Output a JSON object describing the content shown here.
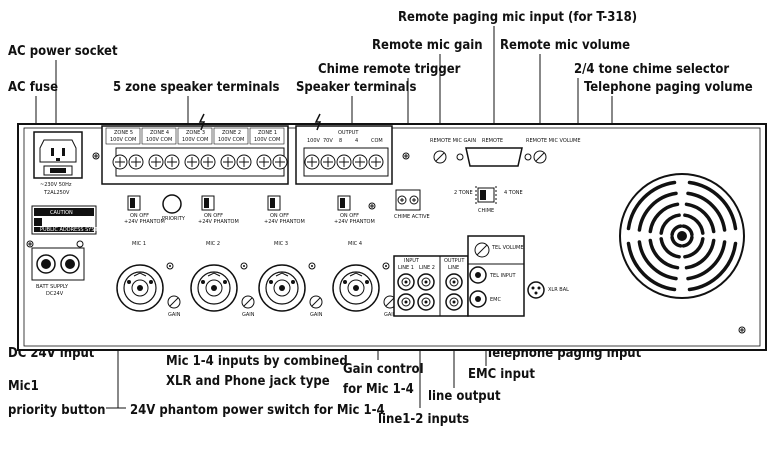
{
  "callouts": {
    "remote_paging": "Remote paging mic input (for T-318)",
    "remote_mic_gain": "Remote mic gain",
    "remote_mic_volume": "Remote mic volume",
    "chime_trigger": "Chime remote trigger",
    "chime_selector": "2/4 tone chime selector",
    "ac_power": "AC power socket",
    "ac_fuse": "AC fuse",
    "zone_terminals": "5 zone speaker terminals",
    "speaker_terminals": "Speaker terminals",
    "tel_volume": "Telephone paging volume",
    "dc_input": "DC 24V input",
    "mic_inputs_1": "Mic 1-4 inputs by combined",
    "mic_inputs_2": "XLR  and Phone jack type",
    "gain_control_1": "Gain control",
    "gain_control_2": "for Mic 1-4",
    "tel_input": "Telephone paging input",
    "emc_input": "EMC input",
    "line_output": "line output",
    "line_inputs": "line1-2 inputs",
    "mic1": "Mic1",
    "priority_button": "priority button",
    "phantom_switch": "24V phantom power switch for Mic 1-4"
  },
  "panel": {
    "zones": [
      "ZONE 5",
      "ZONE 4",
      "ZONE 3",
      "ZONE 2",
      "ZONE 1"
    ],
    "zone_sub": "100V  COM",
    "output_label": "OUTPUT",
    "output_taps": [
      "100V",
      "70V",
      "8",
      "4",
      "COM"
    ],
    "ac_rating_1": "~230V 50Hz",
    "ac_rating_2": "T2AL250V",
    "caution": "CAUTION",
    "public_address": "PUBLIC ADDRESS SYSTEM",
    "batt_supply": "BATT SUPPLY",
    "dc24v": "DC24V",
    "mics": [
      "MIC 1",
      "MIC 2",
      "MIC 3",
      "MIC 4"
    ],
    "phantom_label": "ON  OFF\n+24V PHANTOM",
    "priority": "PRIORITY",
    "gain": "GAIN",
    "remote_mic_gain": "REMOTE MIC GAIN",
    "remote": "REMOTE",
    "remote_mic_volume": "REMOTE MIC VOLUME",
    "two_tone": "2 TONE",
    "four_tone": "4 TONE",
    "chime": "CHIME",
    "chime_active": "CHIME  ACTIVE",
    "input": "INPUT",
    "output": "OUTPUT",
    "line1": "LINE 1",
    "line2": "LINE 2",
    "line": "LINE",
    "tel_volume": "TEL VOLUME",
    "tel_input": "TEL  INPUT",
    "emc": "EMC",
    "xlr_bal": "XLR BAL"
  }
}
